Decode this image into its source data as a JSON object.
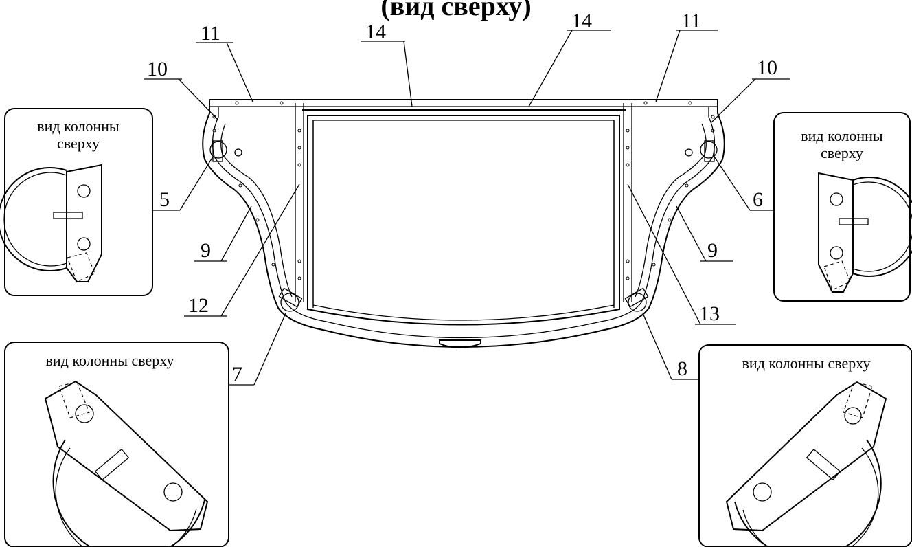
{
  "title": "(вид сверху)",
  "callouts": {
    "n11_left": "11",
    "n14_left": "14",
    "n14_right": "14",
    "n11_right": "11",
    "n10_left": "10",
    "n10_right": "10",
    "n5": "5",
    "n6": "6",
    "n9_left": "9",
    "n9_right": "9",
    "n12": "12",
    "n13": "13",
    "n7": "7",
    "n8": "8"
  },
  "insets": {
    "top_left_line1": "вид колонны",
    "top_left_line2": "сверху",
    "top_right_line1": "вид колонны",
    "top_right_line2": "сверху",
    "bottom_left": "вид колонны сверху",
    "bottom_right": "вид колонны сверху"
  }
}
